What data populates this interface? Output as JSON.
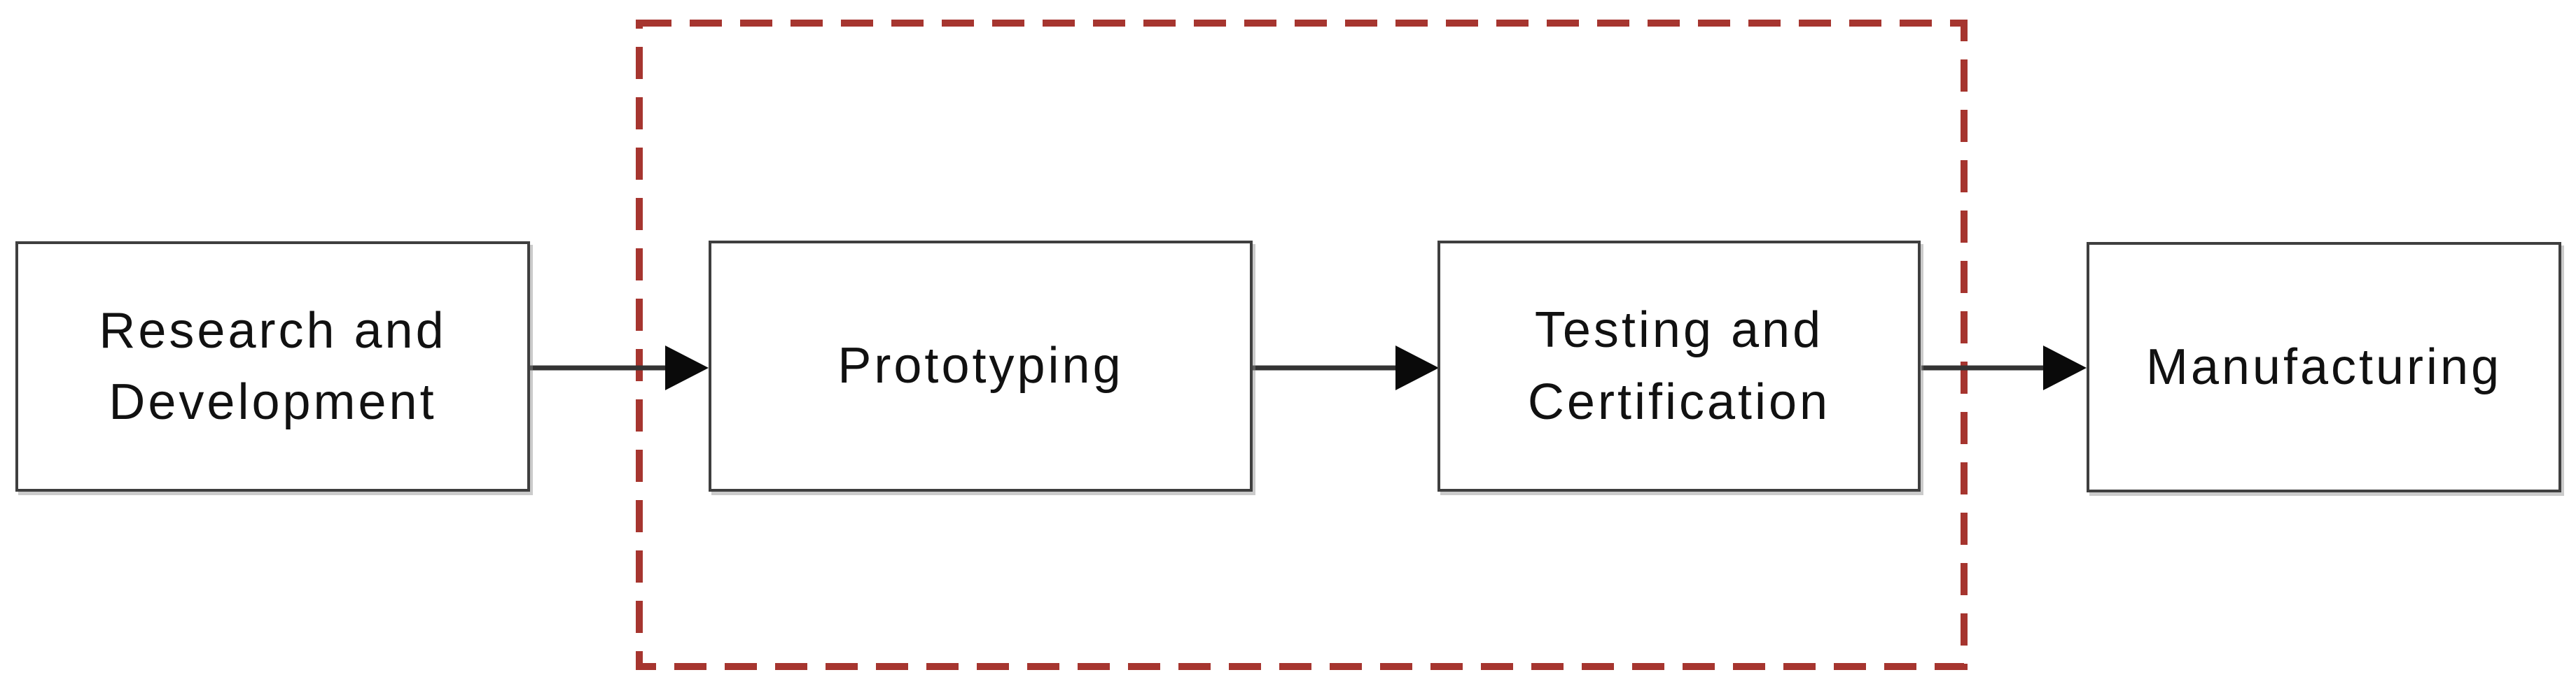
{
  "page": {
    "type": "flowchart-diagram",
    "background": "#ffffff"
  },
  "flowchart": {
    "direction": "left-to-right",
    "nodes": [
      {
        "id": "research-and-development",
        "label": "Research and\nDevelopment"
      },
      {
        "id": "prototyping",
        "label": "Prototyping"
      },
      {
        "id": "testing-and-certification",
        "label": "Testing and\nCertification"
      },
      {
        "id": "manufacturing",
        "label": "Manufacturing"
      }
    ],
    "connectors": [
      {
        "from": "research-and-development",
        "to": "prototyping",
        "style": "solid-line-black-arrowhead"
      },
      {
        "from": "prototyping",
        "to": "testing-and-certification",
        "style": "solid-line-black-arrowhead"
      },
      {
        "from": "testing-and-certification",
        "to": "manufacturing",
        "style": "solid-line-black-arrowhead"
      }
    ],
    "highlight": {
      "shape": "dashed-rectangle",
      "encloses": [
        "prototyping",
        "testing-and-certification"
      ],
      "border_style": "dashed",
      "border_color": "#a6352f"
    },
    "colors": {
      "node_border": "#3f3f3f",
      "node_fill": "#ffffff",
      "text": "#111111",
      "arrow_line": "#333333",
      "arrow_head": "#0a0a0a",
      "highlight_dash": "#a6352f",
      "background": "#ffffff"
    }
  }
}
